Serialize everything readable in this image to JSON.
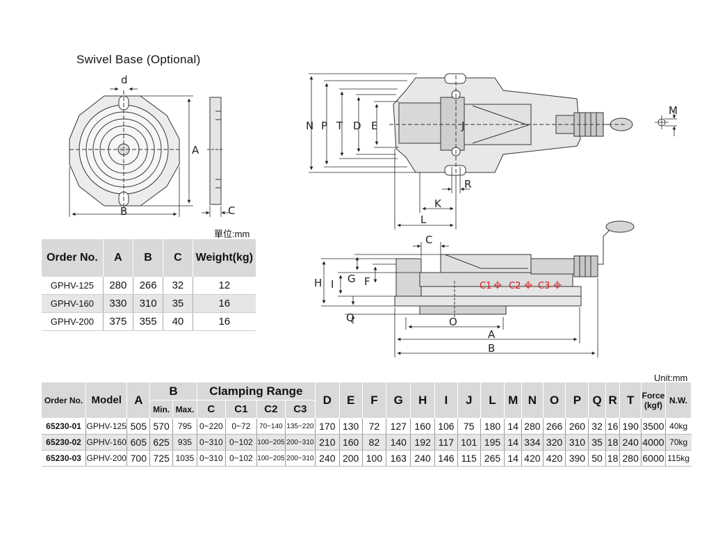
{
  "swivel": {
    "title": "Swivel Base (Optional)",
    "unit": "單位:mm",
    "labels": {
      "d": "d",
      "A": "A",
      "B": "B",
      "C": "C"
    },
    "headers": [
      "Order No.",
      "A",
      "B",
      "C",
      "Weight(kg)"
    ],
    "rows": [
      [
        "GPHV-125",
        "280",
        "266",
        "32",
        "12"
      ],
      [
        "GPHV-160",
        "330",
        "310",
        "35",
        "16"
      ],
      [
        "GPHV-200",
        "375",
        "355",
        "40",
        "16"
      ]
    ]
  },
  "top_view_labels": [
    "N",
    "P",
    "T",
    "D",
    "E",
    "J",
    "R",
    "K",
    "L",
    "M"
  ],
  "side_view_labels": {
    "C": "C",
    "H": "H",
    "I": "I",
    "G": "G",
    "F": "F",
    "Q": "Q",
    "O": "O",
    "A": "A",
    "B": "B",
    "C1": "C1",
    "C2": "C2",
    "C3": "C3"
  },
  "main": {
    "unit": "Unit:mm",
    "headers": {
      "order_no": "Order No.",
      "model": "Model",
      "A": "A",
      "B": "B",
      "b_min": "Min.",
      "b_max": "Max.",
      "clamping": "Clamping Range",
      "C": "C",
      "C1": "C1",
      "C2": "C2",
      "C3": "C3",
      "D": "D",
      "E": "E",
      "F": "F",
      "G": "G",
      "H": "H",
      "I": "I",
      "J": "J",
      "L": "L",
      "M": "M",
      "N": "N",
      "O": "O",
      "P": "P",
      "Q": "Q",
      "R": "R",
      "T": "T",
      "force_1": "Force",
      "force_2": "(kgf)",
      "nw": "N.W."
    },
    "rows": [
      [
        "65230-01",
        "GPHV-125",
        "505",
        "570",
        "795",
        "0~220",
        "0~72",
        "70~140",
        "135~220",
        "170",
        "130",
        "72",
        "127",
        "160",
        "106",
        "75",
        "180",
        "14",
        "280",
        "266",
        "260",
        "32",
        "16",
        "190",
        "3500",
        "40kg"
      ],
      [
        "65230-02",
        "GPHV-160",
        "605",
        "625",
        "935",
        "0~310",
        "0~102",
        "100~205",
        "200~310",
        "210",
        "160",
        "82",
        "140",
        "192",
        "117",
        "101",
        "195",
        "14",
        "334",
        "320",
        "310",
        "35",
        "18",
        "240",
        "4000",
        "70kg"
      ],
      [
        "65230-03",
        "GPHV-200",
        "700",
        "725",
        "1035",
        "0~310",
        "0~102",
        "100~205",
        "200~310",
        "240",
        "200",
        "100",
        "163",
        "240",
        "146",
        "115",
        "265",
        "14",
        "420",
        "420",
        "390",
        "50",
        "18",
        "280",
        "6000",
        "115kg"
      ]
    ]
  }
}
